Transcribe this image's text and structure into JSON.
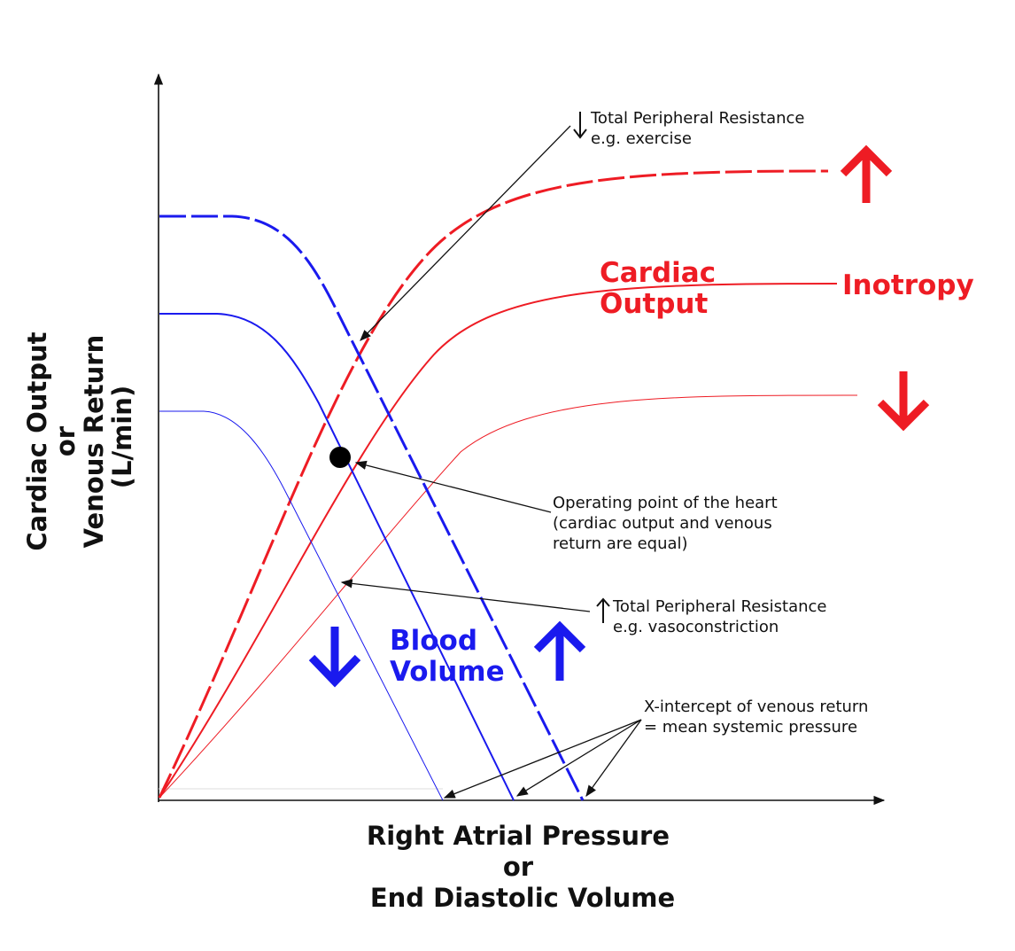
{
  "colors": {
    "cardiac_output": "#ee1c24",
    "venous_return": "#1a1aee",
    "axis": "#111111",
    "annotation_arrow": "#333333"
  },
  "axes": {
    "y_label_lines": [
      "Cardiac Output",
      "or",
      "Venous Return",
      "(L/min)"
    ],
    "x_label_lines": [
      "Right Atrial Pressure",
      "or",
      "End Diastolic Volume"
    ]
  },
  "curve_labels": {
    "cardiac_output_lines": [
      "Cardiac",
      "Output"
    ],
    "inotropy": "Inotropy",
    "blood_volume_lines": [
      "Blood",
      "Volume"
    ]
  },
  "indicators": {
    "inotropy_increase": "arrow-up",
    "inotropy_decrease": "arrow-down",
    "blood_volume_decrease": "arrow-down",
    "blood_volume_increase": "arrow-up"
  },
  "annotations": {
    "tpr_decrease_lines": [
      "Total Peripheral Resistance",
      "e.g. exercise"
    ],
    "operating_point_lines": [
      "Operating point of the heart",
      "(cardiac output and venous",
      "return are equal)"
    ],
    "tpr_increase_lines": [
      "Total Peripheral Resistance",
      "e.g. vasoconstriction"
    ],
    "x_intercept_lines": [
      "X-intercept of venous return",
      "= mean systemic pressure"
    ]
  }
}
